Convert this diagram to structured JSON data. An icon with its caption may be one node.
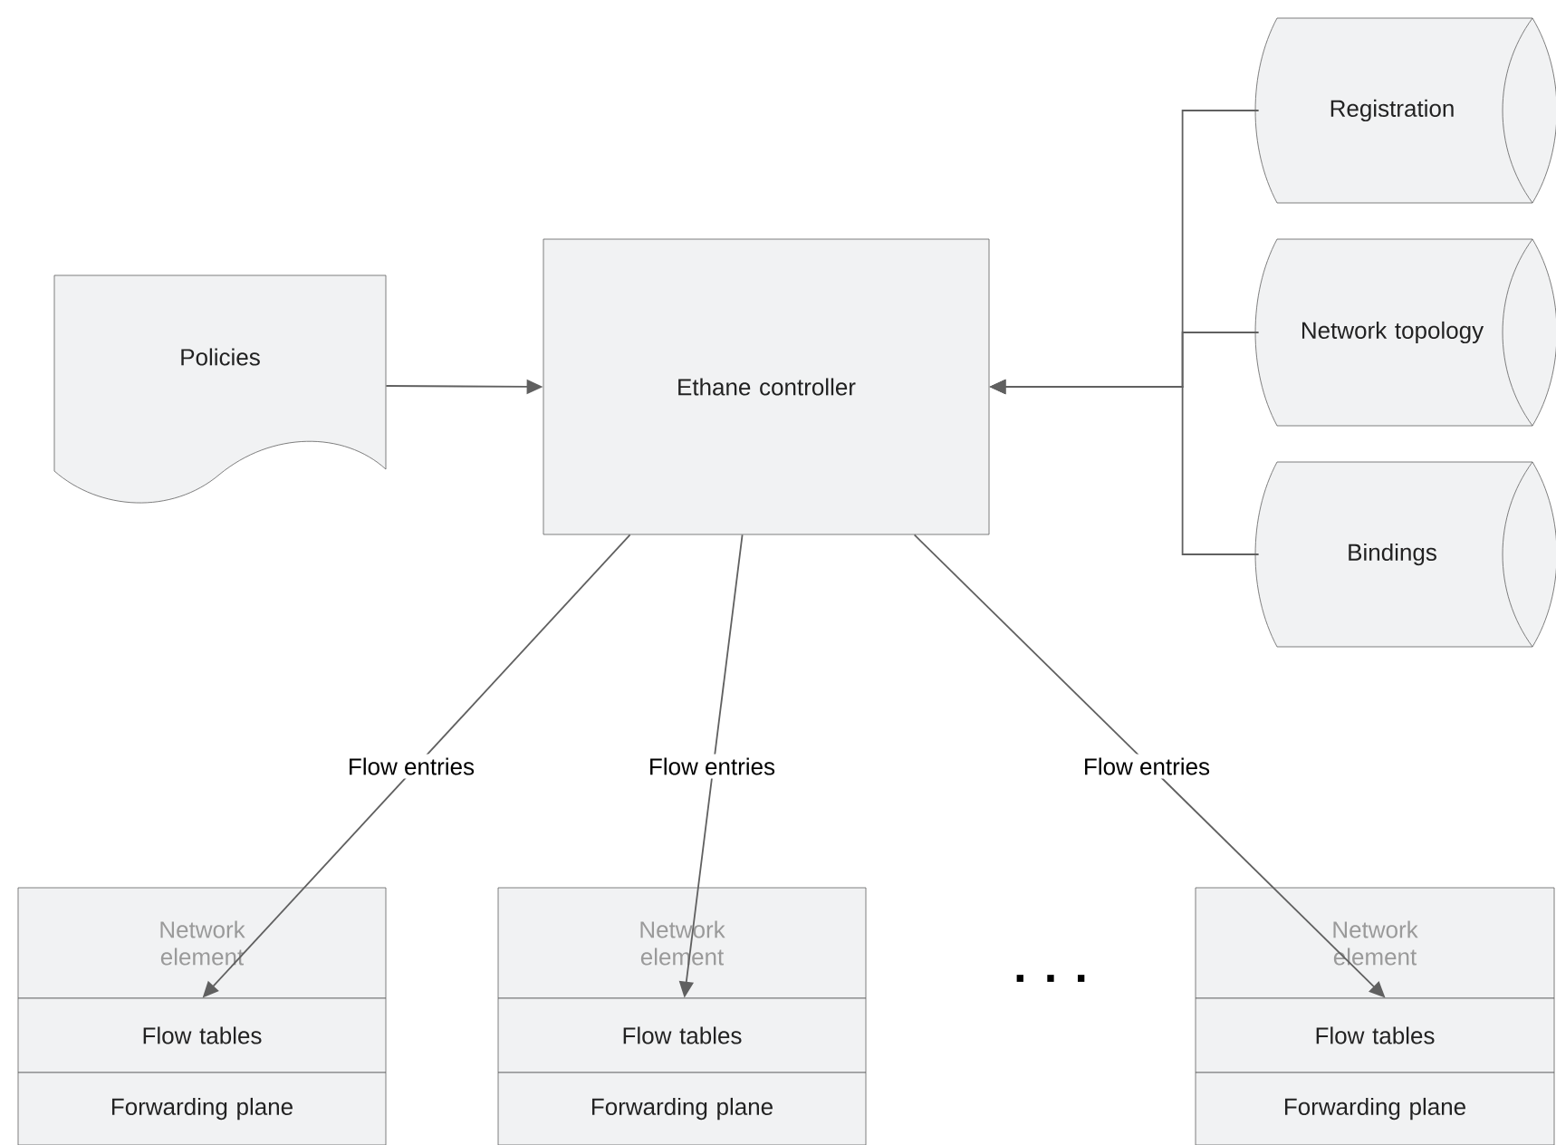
{
  "diagram": {
    "nodes": [
      {
        "text": [
          "Policies"
        ]
      },
      {
        "text": [
          "Ethane controller"
        ]
      },
      {
        "text": [
          "Registration"
        ]
      },
      {
        "text": [
          "Network topology"
        ]
      },
      {
        "text": [
          "Bindings"
        ]
      },
      {
        "text": [
          "Network element",
          "Flow tables",
          "Forwarding plane"
        ]
      },
      {
        "text": [
          "Network element",
          "Flow tables",
          "Forwarding plane"
        ]
      },
      {
        "text": [
          "Network element",
          "Flow tables",
          "Forwarding plane"
        ]
      }
    ],
    "edges": [
      {
        "from": 0,
        "to": 1,
        "arrow": "to"
      },
      {
        "from": 2,
        "to": 1,
        "arrow": "to"
      },
      {
        "from": 3,
        "to": 1,
        "arrow": "to"
      },
      {
        "from": 4,
        "to": 1,
        "arrow": "to"
      },
      {
        "from": 1,
        "to": 5,
        "arrow": "to",
        "label": "Flow entries"
      },
      {
        "from": 1,
        "to": 6,
        "arrow": "to",
        "label": "Flow entries"
      },
      {
        "from": 1,
        "to": 7,
        "arrow": "to",
        "label": "Flow entries"
      }
    ],
    "labels": [
      ". . ."
    ]
  }
}
